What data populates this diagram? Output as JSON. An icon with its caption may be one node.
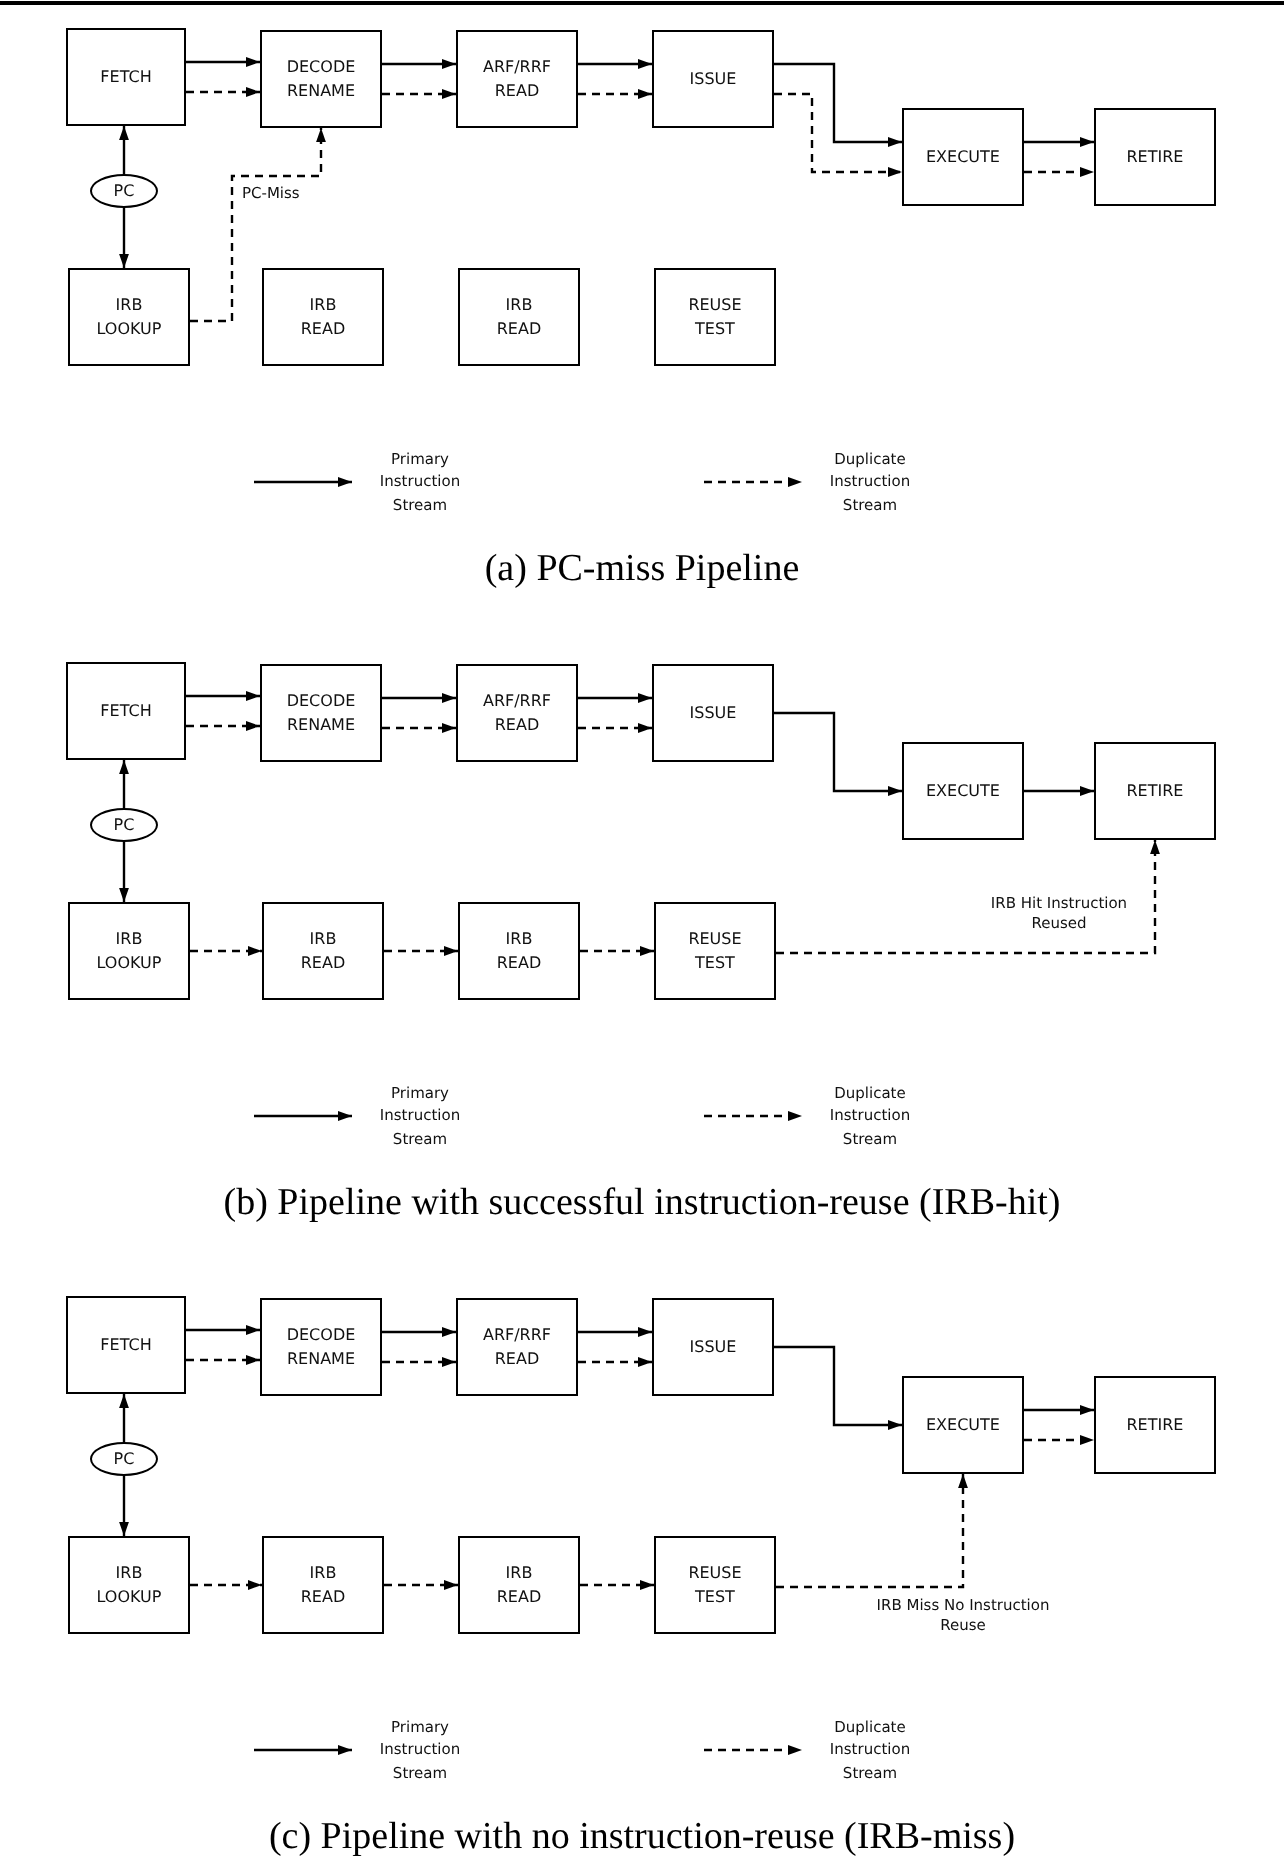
{
  "diagram": {
    "nodes": [
      {
        "text": [
          "FETCH"
        ]
      },
      {
        "text": [
          "DECODE RENAME"
        ]
      },
      {
        "text": [
          "ARF/RRF READ"
        ]
      },
      {
        "text": [
          "ISSUE"
        ]
      },
      {
        "text": [
          "EXECUTE"
        ]
      },
      {
        "text": [
          "RETIRE"
        ]
      },
      {
        "text": [
          "PC"
        ]
      },
      {
        "text": [
          "IRB LOOKUP"
        ]
      },
      {
        "text": [
          "IRB READ"
        ]
      },
      {
        "text": [
          "IRB READ"
        ]
      },
      {
        "text": [
          "REUSE TEST"
        ]
      },
      {
        "text": [
          "FETCH"
        ]
      },
      {
        "text": [
          "DECODE RENAME"
        ]
      },
      {
        "text": [
          "ARF/RRF READ"
        ]
      },
      {
        "text": [
          "ISSUE"
        ]
      },
      {
        "text": [
          "EXECUTE"
        ]
      },
      {
        "text": [
          "RETIRE"
        ]
      },
      {
        "text": [
          "PC"
        ]
      },
      {
        "text": [
          "IRB LOOKUP"
        ]
      },
      {
        "text": [
          "IRB READ"
        ]
      },
      {
        "text": [
          "IRB READ"
        ]
      },
      {
        "text": [
          "REUSE TEST"
        ]
      },
      {
        "text": [
          "FETCH"
        ]
      },
      {
        "text": [
          "DECODE RENAME"
        ]
      },
      {
        "text": [
          "ARF/RRF READ"
        ]
      },
      {
        "text": [
          "ISSUE"
        ]
      },
      {
        "text": [
          "EXECUTE"
        ]
      },
      {
        "text": [
          "RETIRE"
        ]
      },
      {
        "text": [
          "PC"
        ]
      },
      {
        "text": [
          "IRB LOOKUP"
        ]
      },
      {
        "text": [
          "IRB READ"
        ]
      },
      {
        "text": [
          "IRB READ"
        ]
      },
      {
        "text": [
          "REUSE TEST"
        ]
      }
    ],
    "edges": [
      {
        "from": 0,
        "to": 1,
        "arrow": "to"
      },
      {
        "from": 0,
        "to": 1,
        "arrow": "to",
        "style": "dashed"
      },
      {
        "from": 1,
        "to": 2,
        "arrow": "to"
      },
      {
        "from": 1,
        "to": 2,
        "arrow": "to",
        "style": "dashed"
      },
      {
        "from": 2,
        "to": 3,
        "arrow": "to"
      },
      {
        "from": 2,
        "to": 3,
        "arrow": "to",
        "style": "dashed"
      },
      {
        "from": 3,
        "to": 4,
        "arrow": "to"
      },
      {
        "from": 3,
        "to": 4,
        "arrow": "to",
        "style": "dashed"
      },
      {
        "from": 4,
        "to": 5,
        "arrow": "to"
      },
      {
        "from": 4,
        "to": 5,
        "arrow": "to",
        "style": "dashed"
      },
      {
        "from": 6,
        "to": 0,
        "arrow": "to"
      },
      {
        "from": 6,
        "to": 7,
        "arrow": "to"
      },
      {
        "from": 7,
        "to": 1,
        "arrow": "to",
        "style": "dashed",
        "label": "PC-Miss"
      },
      {
        "from": 11,
        "to": 12,
        "arrow": "to"
      },
      {
        "from": 11,
        "to": 12,
        "arrow": "to",
        "style": "dashed"
      },
      {
        "from": 12,
        "to": 13,
        "arrow": "to"
      },
      {
        "from": 12,
        "to": 13,
        "arrow": "to",
        "style": "dashed"
      },
      {
        "from": 13,
        "to": 14,
        "arrow": "to"
      },
      {
        "from": 13,
        "to": 14,
        "arrow": "to",
        "style": "dashed"
      },
      {
        "from": 14,
        "to": 15,
        "arrow": "to"
      },
      {
        "from": 15,
        "to": 16,
        "arrow": "to"
      },
      {
        "from": 17,
        "to": 11,
        "arrow": "to"
      },
      {
        "from": 17,
        "to": 18,
        "arrow": "to"
      },
      {
        "from": 18,
        "to": 19,
        "arrow": "to",
        "style": "dashed"
      },
      {
        "from": 19,
        "to": 20,
        "arrow": "to",
        "style": "dashed"
      },
      {
        "from": 20,
        "to": 21,
        "arrow": "to",
        "style": "dashed"
      },
      {
        "from": 21,
        "to": 16,
        "arrow": "to",
        "style": "dashed",
        "label": "IRB Hit Instruction Reused"
      },
      {
        "from": 22,
        "to": 23,
        "arrow": "to"
      },
      {
        "from": 22,
        "to": 23,
        "arrow": "to",
        "style": "dashed"
      },
      {
        "from": 23,
        "to": 24,
        "arrow": "to"
      },
      {
        "from": 23,
        "to": 24,
        "arrow": "to",
        "style": "dashed"
      },
      {
        "from": 24,
        "to": 25,
        "arrow": "to"
      },
      {
        "from": 24,
        "to": 25,
        "arrow": "to",
        "style": "dashed"
      },
      {
        "from": 25,
        "to": 26,
        "arrow": "to"
      },
      {
        "from": 26,
        "to": 27,
        "arrow": "to"
      },
      {
        "from": 26,
        "to": 27,
        "arrow": "to",
        "style": "dashed"
      },
      {
        "from": 28,
        "to": 22,
        "arrow": "to"
      },
      {
        "from": 28,
        "to": 29,
        "arrow": "to"
      },
      {
        "from": 29,
        "to": 30,
        "arrow": "to",
        "style": "dashed"
      },
      {
        "from": 30,
        "to": 31,
        "arrow": "to",
        "style": "dashed"
      },
      {
        "from": 31,
        "to": 32,
        "arrow": "to",
        "style": "dashed"
      },
      {
        "from": 32,
        "to": 26,
        "arrow": "to",
        "style": "dashed",
        "label": "IRB Miss No Instruction Reuse"
      }
    ],
    "labels": [
      "(a) PC-miss Pipeline",
      "(b) Pipeline with successful instruction-reuse (IRB-hit)",
      "(c) Pipeline with no instruction-reuse (IRB-miss)"
    ],
    "legend": [
      {
        "text": "Primary Instruction Stream"
      },
      {
        "text": "Duplicate Instruction Stream"
      },
      {
        "text": "Primary Instruction Stream"
      },
      {
        "text": "Duplicate Instruction Stream"
      },
      {
        "text": "Primary Instruction Stream"
      },
      {
        "text": "Duplicate Instruction Stream"
      }
    ]
  }
}
